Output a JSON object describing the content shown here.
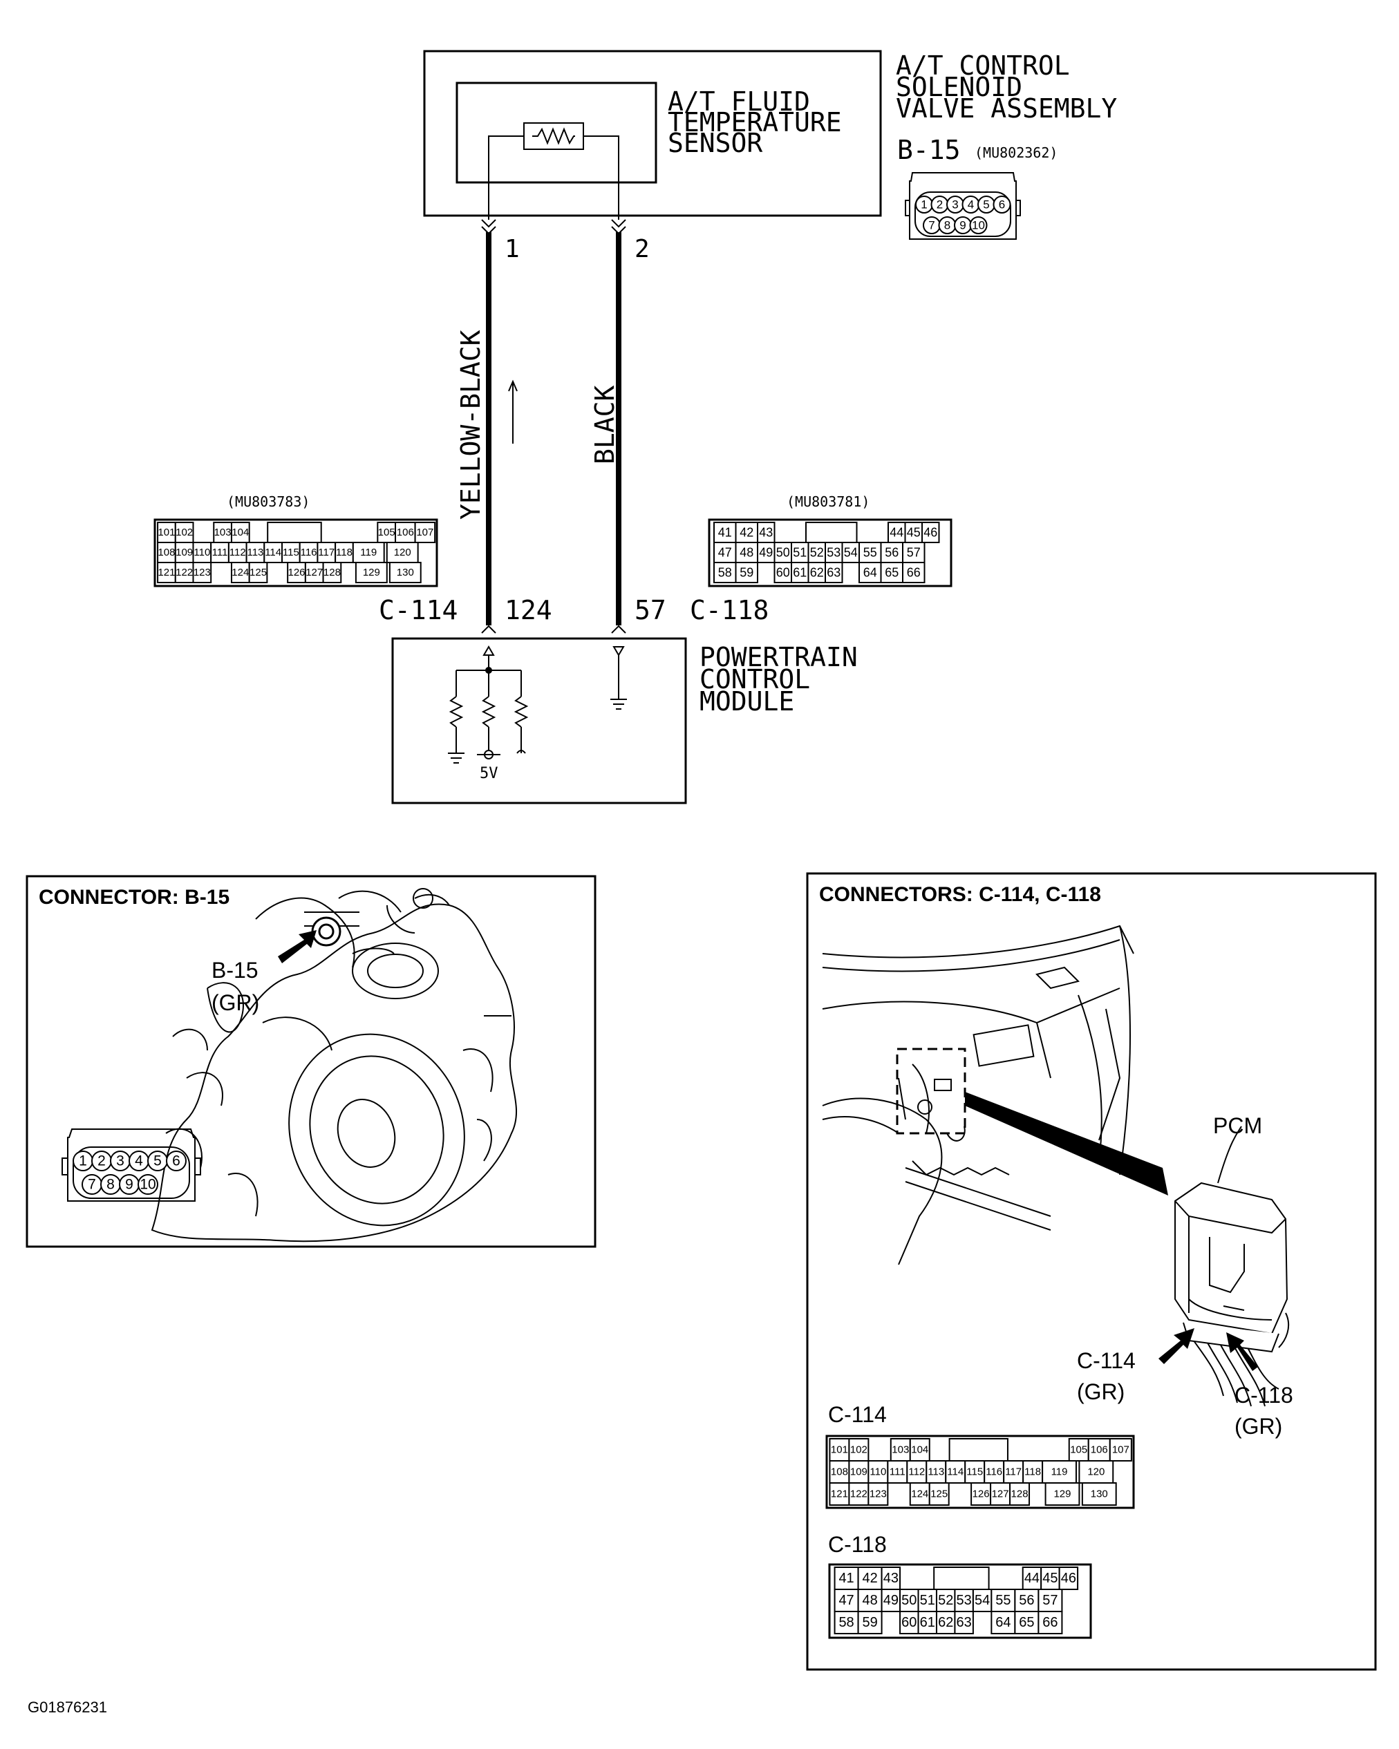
{
  "schematic": {
    "assembly_label": [
      "A/T CONTROL",
      "SOLENOID",
      "VALVE ASSEMBLY"
    ],
    "sensor_label": [
      "A/T FLUID",
      "TEMPERATURE",
      "SENSOR"
    ],
    "b15_connector": "B-15",
    "b15_part": "(MU802362)",
    "b15_pins_top": [
      "1",
      "2",
      "3",
      "4",
      "5",
      "6"
    ],
    "b15_pins_bottom": [
      "7",
      "8",
      "9",
      "10"
    ],
    "pin1": "1",
    "pin2": "2",
    "wire1_color": "YELLOW-BLACK",
    "wire2_color": "BLACK",
    "c114_part": "(MU803783)",
    "c118_part": "(MU803781)",
    "c114_connector": "C-114",
    "c114_pin": "124",
    "c118_pin": "57",
    "c118_connector": "C-118",
    "pcm_label": [
      "POWERTRAIN",
      "CONTROL",
      "MODULE"
    ],
    "voltage": "5V"
  },
  "connector_b15_panel": {
    "title": "CONNECTOR: B-15",
    "callout": [
      "B-15",
      "(GR)"
    ],
    "pins_top": [
      "1",
      "2",
      "3",
      "4",
      "5",
      "6"
    ],
    "pins_bottom": [
      "7",
      "8",
      "9",
      "10"
    ]
  },
  "connector_c114_c118_panel": {
    "title": "CONNECTORS: C-114, C-118",
    "pcm": "PCM",
    "callout_c114": [
      "C-114",
      "(GR)"
    ],
    "callout_c118": [
      "C-118",
      "(GR)"
    ],
    "c114_heading": "C-114",
    "c118_heading": "C-118"
  },
  "c114_grid": {
    "rows": [
      [
        "101",
        "102",
        "",
        "103",
        "104",
        "",
        "",
        "",
        "",
        "",
        "",
        "",
        "105",
        "106",
        "107"
      ],
      [
        "108",
        "109",
        "110",
        "111",
        "112",
        "113",
        "114",
        "115",
        "116",
        "117",
        "118",
        "119",
        "120"
      ],
      [
        "121",
        "122",
        "123",
        "",
        "124",
        "125",
        "",
        "126",
        "127",
        "128",
        "",
        "129",
        "130"
      ]
    ]
  },
  "c118_grid": {
    "rows": [
      [
        "41",
        "42",
        "43",
        "",
        "",
        "",
        "",
        "",
        "44",
        "45",
        "46"
      ],
      [
        "47",
        "48",
        "49",
        "50",
        "51",
        "52",
        "53",
        "54",
        "55",
        "56",
        "57"
      ],
      [
        "58",
        "59",
        "",
        "60",
        "61",
        "62",
        "63",
        "",
        "64",
        "65",
        "66"
      ]
    ]
  },
  "figure_id": "G01876231"
}
